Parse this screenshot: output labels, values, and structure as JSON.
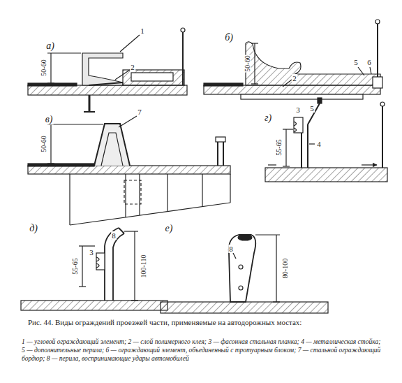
{
  "diagram": {
    "caption": "Рис. 44. Виды ограждений проезжей части, применяемые на автодорожных мостах:",
    "labels": [
      "а)",
      "1",
      "2",
      "50-60",
      "б)",
      "50-60",
      "2",
      "5",
      "6",
      "в)",
      "50-60",
      "7",
      "г)",
      "3",
      "5",
      "55-65",
      "4",
      "д)",
      "8",
      "3",
      "55-65",
      "100-110",
      "е)",
      "8",
      "80-100",
      "1 — угловой ограждающий элемент; 2 — слой полимерного клея; 3 — фасонная стальная планка; 4 — металлическая стойка; 5 — дополнительные перила; 6 — ограждающий элемент, объединенный с тротуарным блоком; 7 — стальной ограждающий бордюр; 8 — перила, воспринимающие удары автомобилей"
    ]
  }
}
